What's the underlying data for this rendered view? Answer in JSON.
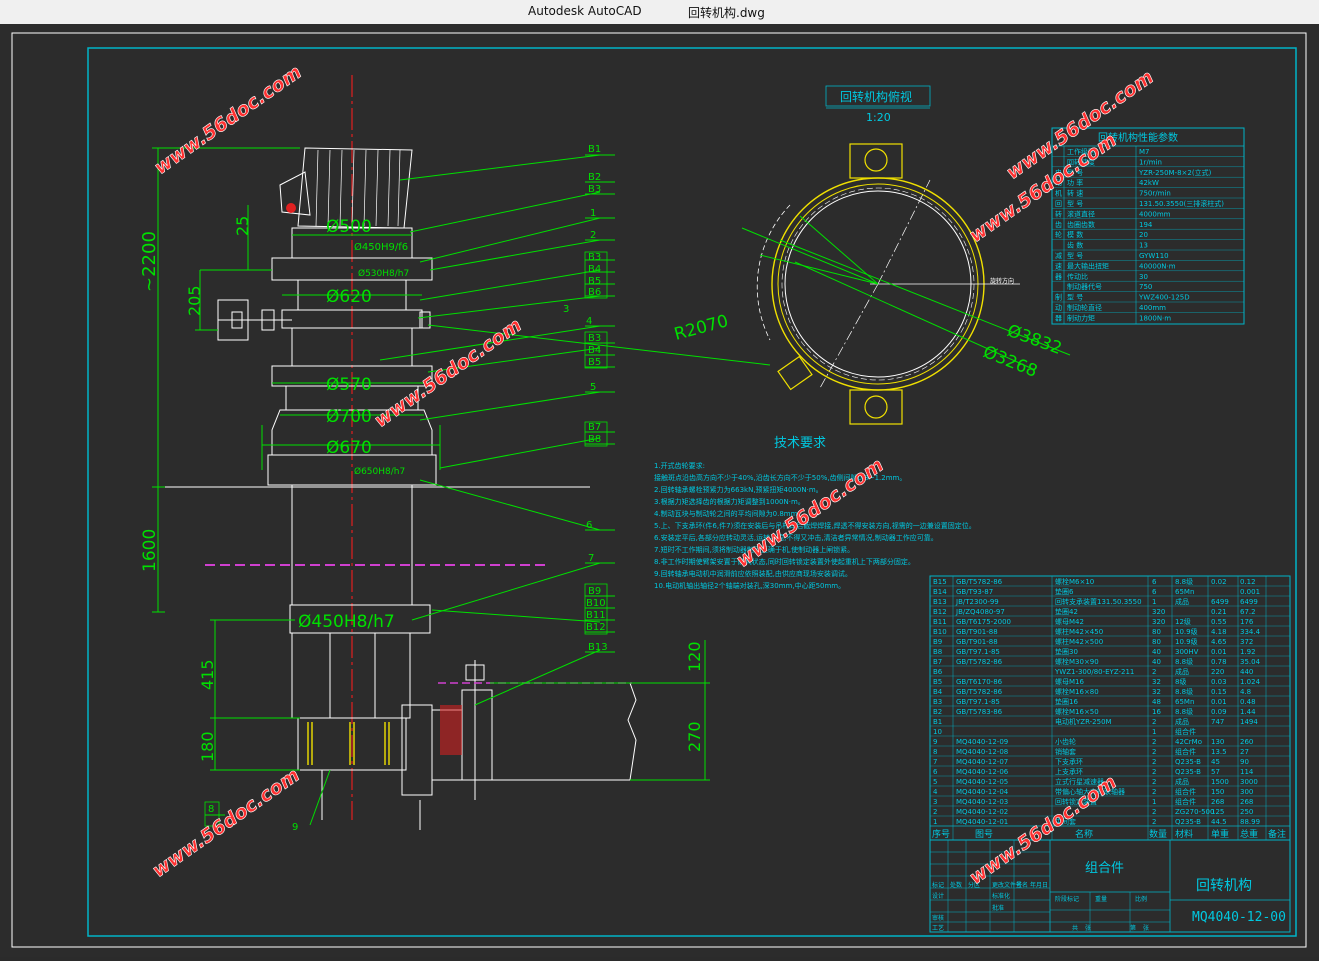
{
  "window": {
    "app_title": "Autodesk AutoCAD",
    "document_title": "回转机构.dwg"
  },
  "colors": {
    "background": "#2c2c2c",
    "frame": "#00b4c8",
    "dimension": "#00e000",
    "geometry": "#ffffff",
    "centerline": "#e02020",
    "highlight": "#f0e000",
    "hidden": "#d040d0",
    "watermark": "#ff3030"
  },
  "watermark": "www.56doc.com",
  "main_view": {
    "dims": {
      "d500": "Ø500",
      "d450h9f6": "Ø450H9/f6",
      "d530h8": "Ø530H8/h7",
      "d620": "Ø620",
      "d570": "Ø570",
      "d700": "Ø700",
      "d670": "Ø670",
      "d650h8": "Ø650H8/h7",
      "d450h8": "Ø450H8/h7",
      "h2200": "~2200",
      "h25": "25",
      "h205": "205",
      "h1600": "1600",
      "h415": "415",
      "h180": "180",
      "h120": "120",
      "h270": "270"
    },
    "callouts": [
      "B1",
      "B2",
      "B3",
      "1",
      "2",
      "B3",
      "B4",
      "B5",
      "B6",
      "3",
      "4",
      "B3",
      "B4",
      "B5",
      "5",
      "B7",
      "B8",
      "6",
      "7",
      "B9",
      "B10",
      "B11",
      "B12",
      "B13",
      "8",
      "9"
    ]
  },
  "top_view": {
    "title": "回转机构俯视",
    "scale": "1:20",
    "r": "R2070",
    "d1": "Ø3832",
    "d2": "Ø3268",
    "direction": "旋转方向"
  },
  "tech": {
    "title": "技术要求",
    "lines": [
      "1.开式齿轮要求:",
      "  接触斑点沿齿高方向不少于40%,沿齿长方向不少于50%,齿侧间隙0.8~1.2mm。",
      "2.回转轴承螺栓预紧力为663kN,预紧扭矩4000N·m。",
      "3.根据力矩选择齿的根据力矩调整到1000N·m。",
      "4.制动瓦块与制动轮之间的平均间隙为0.8mm。",
      "5.上、下支承环(件6,件7)须在安装后与吊杆焊后截焊焊接,焊透不得安装方向,视需的一边兼设置固定位。",
      "6.安装定平后,各部分应转动灵活,运转平稳,不得又冲击,清洁者异常情况,制动器工作应可靠。",
      "7.短时不工作期间,须将制动器制动正确于机,使制动器上闸锁紧。",
      "8.非工作时期使臂架安置于防风状态,同时回转锁定装置外使起重机上下两部分固定。",
      "9.回转轴承电动机中润滑前应依照装配,由供应商现场安装调试。",
      "10.电动机轴出轴径2个轴端对装孔,深30mm,中心距50mm。"
    ]
  },
  "param_table": {
    "title": "回转机构性能参数",
    "rows": [
      [
        "",
        "工作级别",
        "M7"
      ],
      [
        "",
        "回转速度",
        "1r/min"
      ],
      [
        "电",
        "型 号",
        "YZR-250M-8×2(立式)"
      ],
      [
        "动",
        "功 率",
        "42kW"
      ],
      [
        "机",
        "转 速",
        "750r/min"
      ],
      [
        "回",
        "型 号",
        "131.50.3550(三排滚柱式)"
      ],
      [
        "转",
        "滚道直径",
        "4000mm"
      ],
      [
        "齿",
        "齿圈齿数",
        "194"
      ],
      [
        "轮",
        "模 数",
        "20"
      ],
      [
        "",
        "齿 数",
        "13"
      ],
      [
        "减",
        "型 号",
        "GYW110"
      ],
      [
        "速",
        "最大输出扭矩",
        "40000N·m"
      ],
      [
        "器",
        "传动比",
        "30"
      ],
      [
        "",
        "制动器代号",
        "750"
      ],
      [
        "制",
        "型 号",
        "YWZ400-125D"
      ],
      [
        "动",
        "制动轮直径",
        "400mm"
      ],
      [
        "器",
        "制动力矩",
        "1800N·m"
      ]
    ]
  },
  "bom": {
    "rows": [
      [
        "B15",
        "GB/T5782-86",
        "螺栓M6×10",
        "6",
        "8.8级",
        "0.02",
        "0.12"
      ],
      [
        "B14",
        "GB/T93-87",
        "垫圈6",
        "6",
        "65Mn",
        "",
        "0.001"
      ],
      [
        "B13",
        "JB/T2300-99",
        "回转支承装置131.50.3550",
        "1",
        "成品",
        "6499",
        "6499"
      ],
      [
        "B12",
        "JB/ZQ4080-97",
        "垫圈42",
        "320",
        "",
        "0.21",
        "67.2"
      ],
      [
        "B11",
        "GB/T6175-2000",
        "螺母M42",
        "320",
        "12级",
        "0.55",
        "176"
      ],
      [
        "B10",
        "GB/T901-88",
        "螺柱M42×450",
        "80",
        "10.9级",
        "4.18",
        "334.4"
      ],
      [
        "B9",
        "GB/T901-88",
        "螺柱M42×500",
        "80",
        "10.9级",
        "4.65",
        "372"
      ],
      [
        "B8",
        "GB/T97.1-85",
        "垫圈30",
        "40",
        "300HV",
        "0.01",
        "1.92"
      ],
      [
        "B7",
        "GB/T5782-86",
        "螺栓M30×90",
        "40",
        "8.8级",
        "0.78",
        "35.04"
      ],
      [
        "B6",
        "",
        "YWZ1-300/80-EYZ-211",
        "2",
        "成品",
        "220",
        "440"
      ],
      [
        "B5",
        "GB/T6170-86",
        "螺母M16",
        "32",
        "8级",
        "0.03",
        "1.024"
      ],
      [
        "B4",
        "GB/T5782-86",
        "螺栓M16×80",
        "32",
        "8.8级",
        "0.15",
        "4.8"
      ],
      [
        "B3",
        "GB/T97.1-85",
        "垫圈16",
        "48",
        "65Mn",
        "0.01",
        "0.48"
      ],
      [
        "B2",
        "GB/T5783-86",
        "螺栓M16×50",
        "16",
        "8.8级",
        "0.09",
        "1.44"
      ],
      [
        "B1",
        "",
        "电动机YZR-250M",
        "2",
        "成品",
        "747",
        "1494"
      ],
      [
        "10",
        "",
        "",
        "1",
        "组合件",
        "",
        ""
      ],
      [
        "9",
        "MQ4040-12-09",
        "小齿轮",
        "2",
        "42CrMo",
        "130",
        "260"
      ],
      [
        "8",
        "MQ4040-12-08",
        "销轴套",
        "2",
        "组合件",
        "13.5",
        "27"
      ],
      [
        "7",
        "MQ4040-12-07",
        "下支承环",
        "2",
        "Q235-B",
        "45",
        "90"
      ],
      [
        "6",
        "MQ4040-12-06",
        "上支承环",
        "2",
        "Q235-B",
        "57",
        "114"
      ],
      [
        "5",
        "MQ4040-12-05",
        "立式行星减速器",
        "2",
        "成品",
        "1500",
        "3000"
      ],
      [
        "4",
        "MQ4040-12-04",
        "带偏心轴大力矩联轴器",
        "2",
        "组合件",
        "150",
        "300"
      ],
      [
        "3",
        "MQ4040-12-03",
        "回转锁定装置",
        "1",
        "组合件",
        "268",
        "268"
      ],
      [
        "2",
        "MQ4040-12-02",
        "",
        "2",
        "ZG270-500",
        "125",
        "250"
      ],
      [
        "1",
        "MQ4040-12-01",
        "中间套",
        "2",
        "Q235-B",
        "44.5",
        "88.99"
      ]
    ],
    "header": [
      "序号",
      "图号",
      "名称",
      "数量",
      "材料",
      "单重",
      "总重",
      "备注"
    ]
  },
  "title_block": {
    "group": "组合件",
    "name": "回转机构",
    "code": "MQ4040-12-00",
    "labels": [
      "标记",
      "处数",
      "分区",
      "更改文件号",
      "签名",
      "年月日",
      "设计",
      "标准化",
      "审核",
      "工艺",
      "批准",
      "阶段标记",
      "重量",
      "比例",
      "共",
      "张",
      "第",
      "张"
    ]
  }
}
